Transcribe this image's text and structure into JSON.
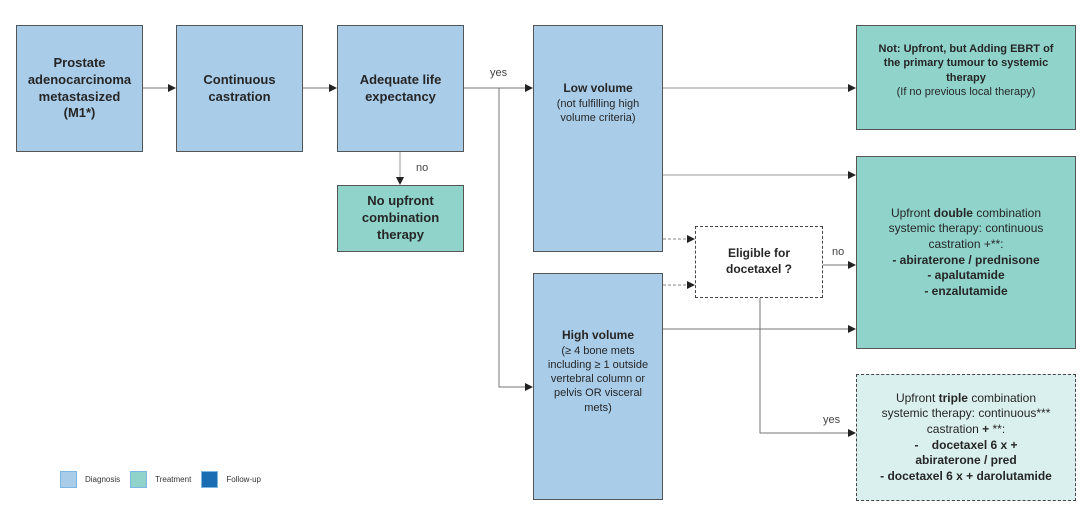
{
  "nodes": {
    "prostate": {
      "lines": [
        "Prostate",
        "adenocarcinoma",
        "metastasized",
        "(M1*)"
      ]
    },
    "castration": {
      "lines": [
        "Continuous",
        "castration"
      ]
    },
    "life_expectancy": {
      "lines": [
        "Adequate life",
        "expectancy"
      ]
    },
    "no_upfront": {
      "lines": [
        "No upfront",
        "combination",
        "therapy"
      ]
    },
    "low_volume": {
      "title": "Low volume",
      "detail": [
        "(not fulfilling high",
        "volume criteria)"
      ]
    },
    "high_volume": {
      "title": "High volume",
      "detail": [
        "(≥ 4 bone mets",
        "including ≥ 1 outside",
        "vertebral column or",
        "pelvis OR visceral",
        "mets)"
      ]
    },
    "eligible": {
      "lines": [
        "Eligible for",
        "docetaxel ?"
      ]
    },
    "ebrt": {
      "title_lines": [
        "Not: Upfront, but Adding EBRT of",
        "the primary tumour to systemic",
        "therapy"
      ],
      "note": "(If no previous local therapy)"
    },
    "double": {
      "pre": "Upfront ",
      "emph": "double",
      "post": " combination",
      "line2": "systemic therapy: continuous",
      "line3": "castration +**:",
      "drugs": [
        "- abiraterone / prednisone",
        "- apalutamide",
        "- enzalutamide"
      ]
    },
    "triple": {
      "pre": "Upfront ",
      "emph": "triple",
      "post": " combination",
      "line2": "systemic therapy: continuous***",
      "line3_pre": "castration ",
      "line3_bold": "+",
      "line3_post": " **:",
      "drugs": [
        "-    docetaxel 6 x +",
        "abiraterone / pred",
        "- docetaxel 6 x + darolutamide"
      ]
    }
  },
  "edge_labels": {
    "yes_top": "yes",
    "no_life": "no",
    "no_eligible": "no",
    "yes_eligible": "yes"
  },
  "legend": [
    {
      "label": "Diagnosis",
      "color": "#a9cce9"
    },
    {
      "label": "Treatment",
      "color": "#8fd3cb"
    },
    {
      "label": "Follow-up",
      "color": "#1a6db3"
    }
  ]
}
